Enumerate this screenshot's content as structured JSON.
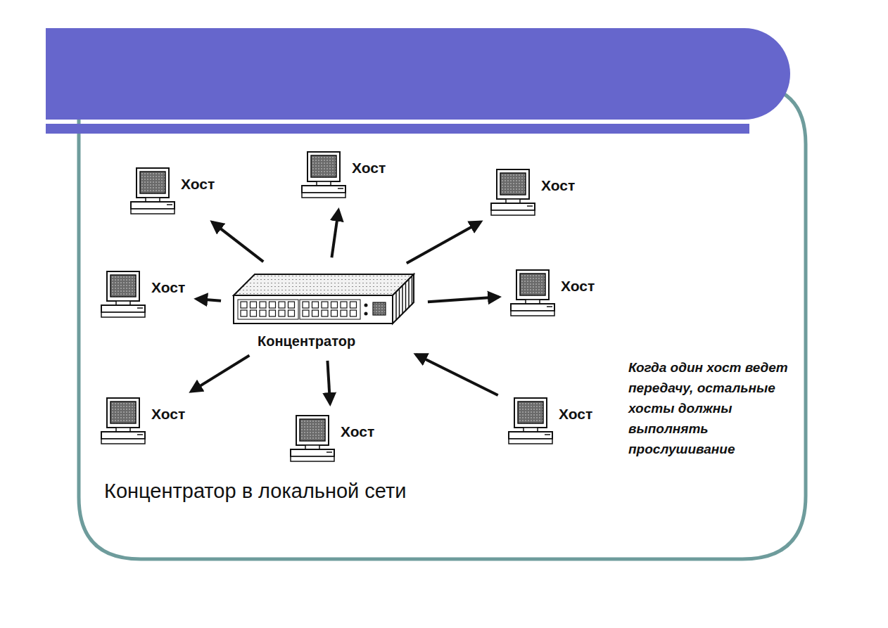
{
  "diagram": {
    "caption": "Концентратор в локальной сети",
    "nodes": [
      {
        "text": [
          "Хост"
        ]
      },
      {
        "text": [
          "Хост"
        ]
      },
      {
        "text": [
          "Хост"
        ]
      },
      {
        "text": [
          "Хост"
        ]
      },
      {
        "text": [
          "Концентратор"
        ]
      },
      {
        "text": [
          "Хост"
        ]
      },
      {
        "text": [
          "Хост"
        ]
      },
      {
        "text": [
          "Хост"
        ]
      },
      {
        "text": [
          "Хост"
        ]
      }
    ],
    "edges": [
      {
        "from": 4,
        "to": 0,
        "arrow": "to"
      },
      {
        "from": 4,
        "to": 1,
        "arrow": "to"
      },
      {
        "from": 4,
        "to": 2,
        "arrow": "to"
      },
      {
        "from": 4,
        "to": 3,
        "arrow": "to"
      },
      {
        "from": 4,
        "to": 5,
        "arrow": "to"
      },
      {
        "from": 4,
        "to": 6,
        "arrow": "to"
      },
      {
        "from": 4,
        "to": 7,
        "arrow": "to"
      },
      {
        "from": 8,
        "to": 4,
        "arrow": "to"
      }
    ],
    "labels": [
      "Когда один хост ведет передачу, остальные хосты должны выполнять прослушивание"
    ]
  }
}
